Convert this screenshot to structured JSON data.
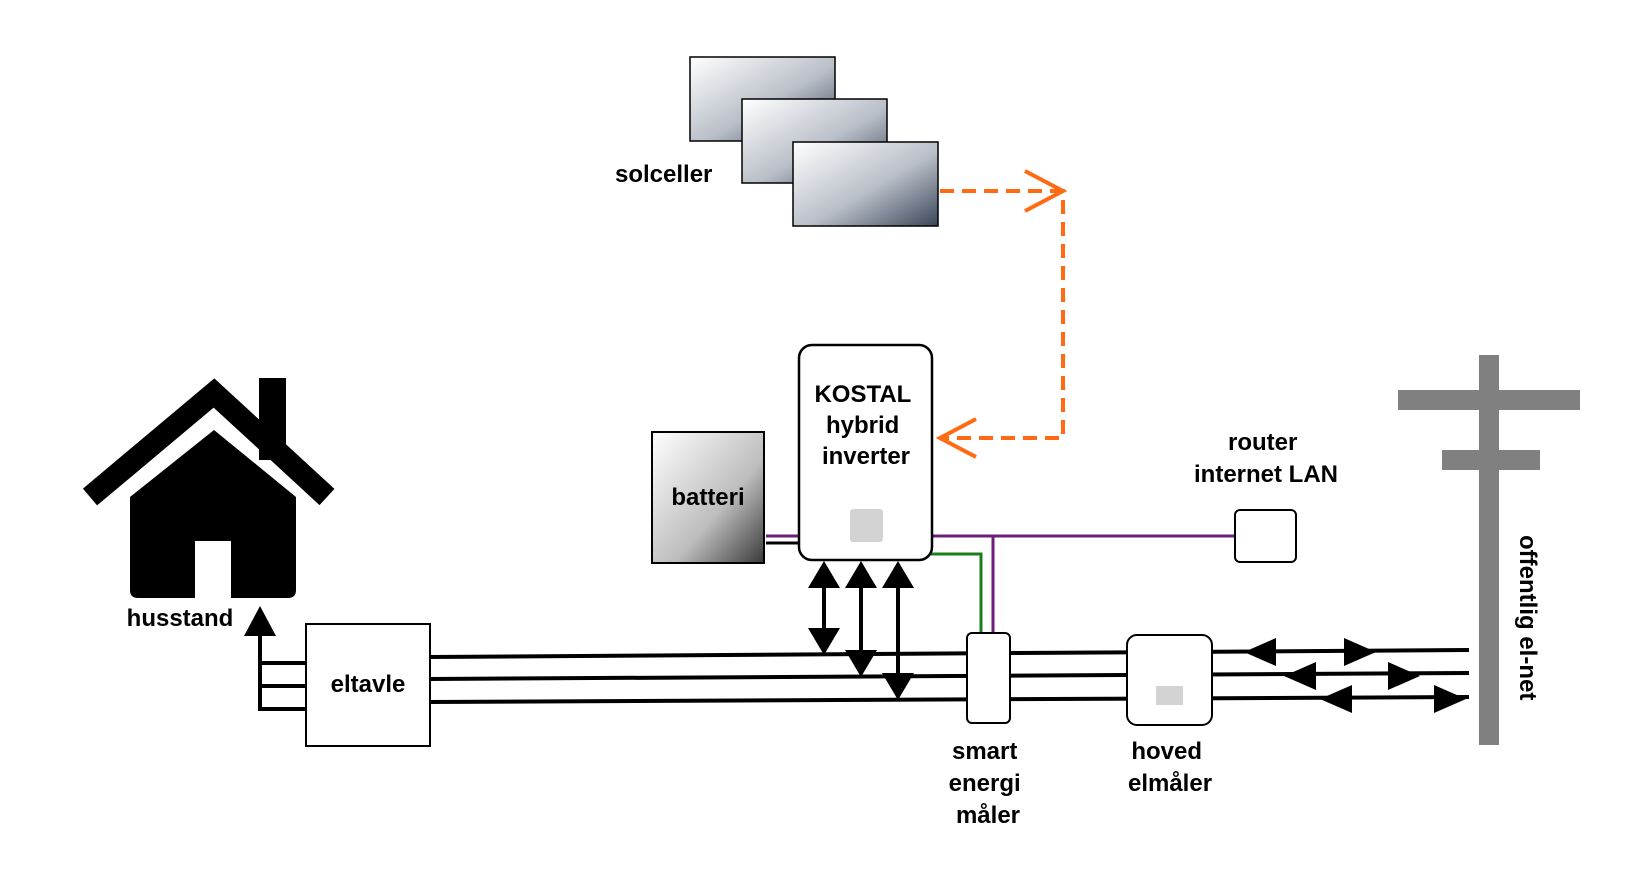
{
  "labels": {
    "solar": "solceller",
    "inverter": [
      "KOSTAL",
      "hybrid",
      "inverter"
    ],
    "battery": "batteri",
    "router": [
      "router",
      "internet LAN"
    ],
    "house": "husstand",
    "panel": "eltavle",
    "smart_meter": [
      "smart",
      "energi",
      "måler"
    ],
    "main_meter": [
      "hoved",
      "elmåler"
    ],
    "grid": "offentlig el-net"
  },
  "colors": {
    "pv_link": "#ff6a13",
    "data_link": "#6b1f7a",
    "meter_link": "#1a7f1a",
    "power_line": "#000000",
    "pole": "#808080"
  },
  "icons": {
    "house": "house-icon",
    "pole": "utility-pole-icon",
    "solar": "solar-panel-icon"
  }
}
